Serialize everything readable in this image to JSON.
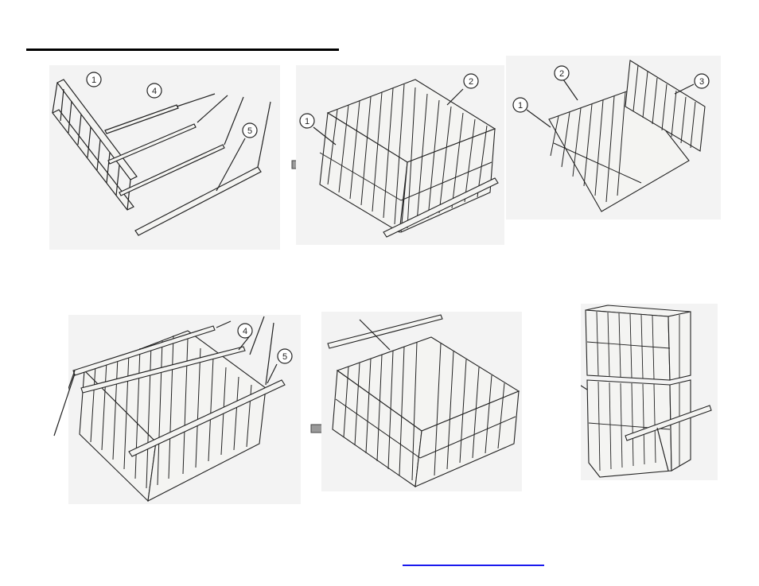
{
  "callouts": {
    "c1": "1",
    "c2": "2",
    "c3": "3",
    "c4": "4",
    "c5": "5"
  },
  "colors": {
    "ink": "#222222",
    "wood": "#f4f4f2",
    "shade": "#c9c9c6",
    "arrow_fill": "#9a9a9a",
    "link": "#1a1aee"
  },
  "icons": {
    "step_arrow": "right-arrow-icon"
  }
}
